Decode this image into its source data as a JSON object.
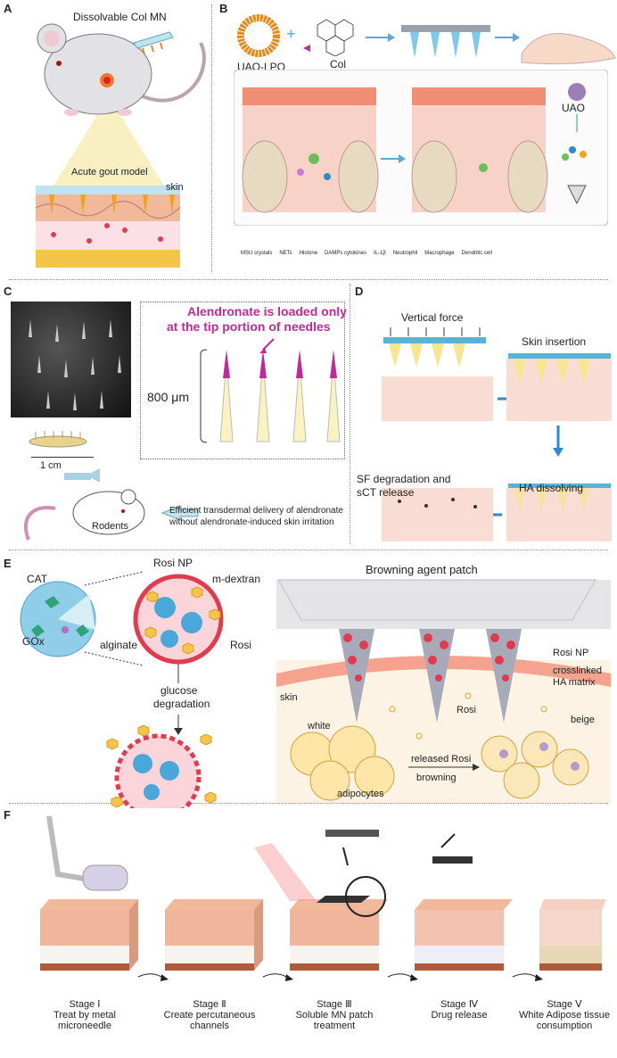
{
  "panels": {
    "A": {
      "letter": "A",
      "title": "Dissolvable Col MN",
      "model": "Acute gout model",
      "skin": "skin"
    },
    "B": {
      "letter": "B",
      "uao_lpo": "UAO-LPO",
      "col": "Col",
      "uao": "UAO",
      "legend": [
        "MSU crystals",
        "NETs",
        "Histone",
        "DAMPs cytokines",
        "IL-1β",
        "Neutrophil",
        "Macrophage",
        "Dendritic cell"
      ]
    },
    "C": {
      "letter": "C",
      "headline_1": "Alendronate is loaded only",
      "headline_2": "at the tip portion of needles",
      "length": "800 μm",
      "scale": "1 cm",
      "rodents": "Rodents",
      "delivery_1": "Efficient transdermal delivery of alendronate",
      "delivery_2": "without alendronate-induced skin irritation"
    },
    "D": {
      "letter": "D",
      "vertical_force": "Vertical force",
      "skin_insertion": "Skin insertion",
      "sf_1": "SF degradation and",
      "sf_2": "sCT release",
      "ha": "HA dissolving"
    },
    "E": {
      "letter": "E",
      "rosi_np": "Rosi NP",
      "cat": "CAT",
      "gox": "GOx",
      "m_dextran": "m-dextran",
      "alginate": "alginate",
      "rosi": "Rosi",
      "glucose_1": "glucose",
      "glucose_2": "degradation",
      "patch_title": "Browning agent patch",
      "rosi_np_right": "Rosi NP",
      "crosslinked_1": "crosslinked",
      "crosslinked_2": "HA matrix",
      "skin": "skin",
      "rosi_right": "Rosi",
      "white": "white",
      "beige": "beige",
      "released": "released Rosi",
      "browning": "browning",
      "adipocytes": "adipocytes"
    },
    "F": {
      "letter": "F",
      "stages": [
        {
          "title": "Stage Ⅰ",
          "desc": "Treat by metal microneedle"
        },
        {
          "title": "Stage Ⅱ",
          "desc": "Create percutaneous channels"
        },
        {
          "title": "Stage Ⅲ",
          "desc": "Soluble MN patch treatment"
        },
        {
          "title": "Stage Ⅳ",
          "desc": "Drug release"
        },
        {
          "title": "Stage Ⅴ",
          "desc": "White Adipose tissue consumption"
        }
      ]
    }
  },
  "colors": {
    "magenta": "#c0299e",
    "skin_pink": "#f4c9c0",
    "fat_yellow": "#f5d36b",
    "patch_blue": "#58b3d6",
    "arrow_blue": "#5aa9d6",
    "red_np": "#e23b4d"
  }
}
